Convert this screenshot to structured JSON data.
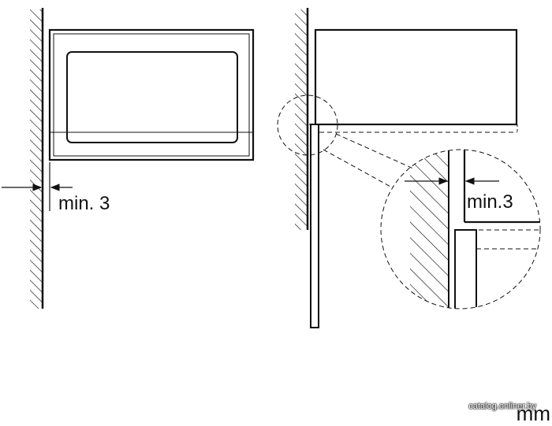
{
  "labels": {
    "left_gap": "min. 3",
    "detail_gap": "min.3",
    "unit": "mm",
    "watermark": "catalog.onliner.by"
  },
  "colors": {
    "line": "#111111",
    "background": "#ffffff"
  }
}
